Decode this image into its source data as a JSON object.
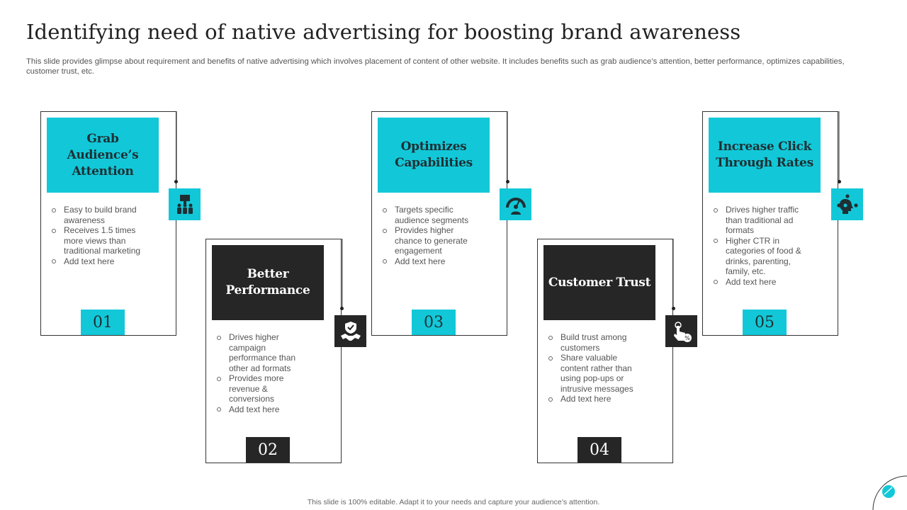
{
  "title": "Identifying need of native advertising for boosting brand awareness",
  "subtitle": "This slide provides glimpse about requirement and benefits of native advertising which involves placement of content of other website. It includes benefits such as grab audience’s attention, better performance, optimizes capabilities, customer trust, etc.",
  "cards": [
    {
      "heading": "Grab Audience’s Attention",
      "number": "01",
      "icon": "audience-presentation-icon",
      "bullets": [
        "Easy to build brand awareness",
        "Receives 1.5 times more views than traditional marketing",
        "Add text here"
      ]
    },
    {
      "heading": "Better Performance",
      "number": "02",
      "icon": "handshake-shield-icon",
      "bullets": [
        "Drives higher campaign performance than other ad formats",
        "Provides more revenue & conversions",
        "Add text here"
      ]
    },
    {
      "heading": "Optimizes Capabilities",
      "number": "03",
      "icon": "gauge-user-icon",
      "bullets": [
        "Targets specific audience segments",
        "Provides higher chance to generate engagement",
        "Add text here"
      ]
    },
    {
      "heading": "Customer Trust",
      "number": "04",
      "icon": "click-percent-icon",
      "bullets": [
        "Build trust among customers",
        "Share valuable content rather than using pop-ups or intrusive messages",
        "Add text here"
      ]
    },
    {
      "heading": "Increase Click Through Rates",
      "number": "05",
      "icon": "head-network-icon",
      "bullets": [
        "Drives higher traffic than traditional ad formats",
        "Higher CTR in categories of food & drinks, parenting, family, etc.",
        "Add text here"
      ]
    }
  ],
  "footer": "This slide is 100% editable. Adapt it to your needs and capture your audience’s attention.",
  "colors": {
    "accent": "#12c8d8",
    "dark": "#262626",
    "text": "#555555"
  }
}
